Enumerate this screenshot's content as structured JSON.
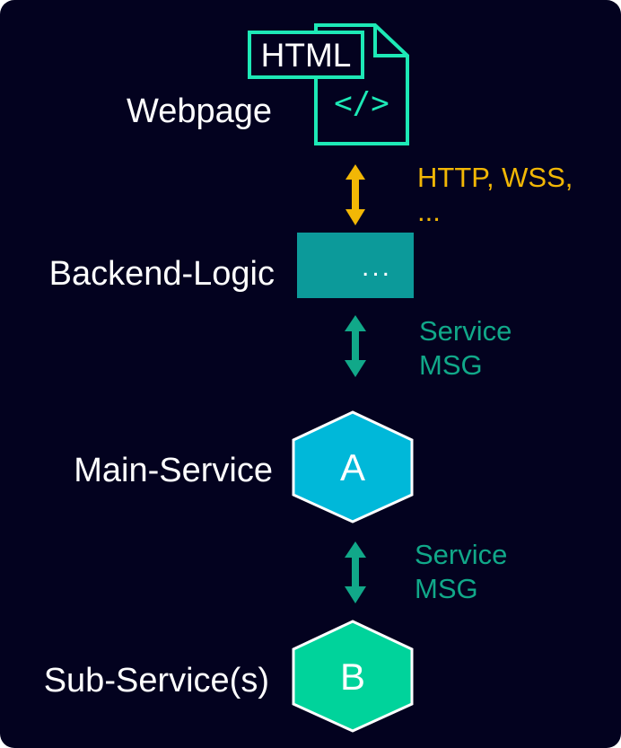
{
  "colors": {
    "background": "#03021f",
    "html_icon": "#1de9b6",
    "http_arrow": "#f2b705",
    "service_arrow": "#11a889",
    "backend_box": "#0c9a9a",
    "hex_a": "#00b8d9",
    "hex_b": "#00d39b",
    "label_text": "#ffffff"
  },
  "layers": {
    "webpage": {
      "label": "Webpage",
      "icon": "html-file-icon",
      "badge": "HTML",
      "code_glyph": "</>"
    },
    "backend": {
      "label": "Backend-Logic",
      "box_text": "..."
    },
    "main_service": {
      "label": "Main-Service",
      "node": "A"
    },
    "sub_service": {
      "label": "Sub-Service(s)",
      "node": "B"
    }
  },
  "connections": {
    "web_backend": {
      "line1": "HTTP, WSS,",
      "line2": "..."
    },
    "backend_main": {
      "line1": "Service",
      "line2": "MSG"
    },
    "main_sub": {
      "line1": "Service",
      "line2": "MSG"
    }
  }
}
